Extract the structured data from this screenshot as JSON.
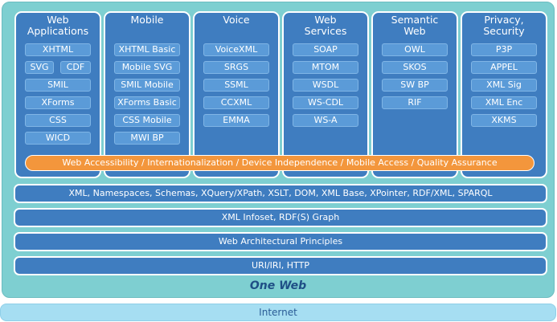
{
  "columns": [
    {
      "title": [
        "Web",
        "Applications"
      ],
      "items": [
        "XHTML",
        "SVG",
        "CDF",
        "SMIL",
        "XForms",
        "CSS",
        "WICD"
      ]
    },
    {
      "title": [
        "Mobile"
      ],
      "items": [
        "XHTML Basic",
        "Mobile SVG",
        "SMIL Mobile",
        "XForms Basic",
        "CSS Mobile",
        "MWI BP"
      ]
    },
    {
      "title": [
        "Voice"
      ],
      "items": [
        "VoiceXML",
        "SRGS",
        "SSML",
        "CCXML",
        "EMMA"
      ]
    },
    {
      "title": [
        "Web",
        "Services"
      ],
      "items": [
        "SOAP",
        "MTOM",
        "WSDL",
        "WS-CDL",
        "WS-A"
      ]
    },
    {
      "title": [
        "Semantic",
        "Web"
      ],
      "items": [
        "OWL",
        "SKOS",
        "SW BP",
        "RIF"
      ]
    },
    {
      "title": [
        "Privacy,",
        "Security"
      ],
      "items": [
        "P3P",
        "APPEL",
        "XML Sig",
        "XML Enc",
        "XKMS"
      ]
    }
  ],
  "cross_cutting": "Web Accessibility / Internationalization / Device Independence / Mobile Access / Quality Assurance",
  "layers": [
    "XML, Namespaces, Schemas, XQuery/XPath, XSLT, DOM, XML Base, XPointer, RDF/XML, SPARQL",
    "XML Infoset, RDF(S) Graph",
    "Web Architectural Principles",
    "URI/IRI, HTTP"
  ],
  "platform_label": "One Web",
  "foundation_label": "Internet",
  "colors": {
    "background": "#7ecfd1",
    "column_fill": "#3f7dc0",
    "pill_fill": "#5b9bd8",
    "cross_cutting_fill": "#f3963c",
    "internet_fill": "#a6def2",
    "one_web_text": "#1f4f86"
  }
}
